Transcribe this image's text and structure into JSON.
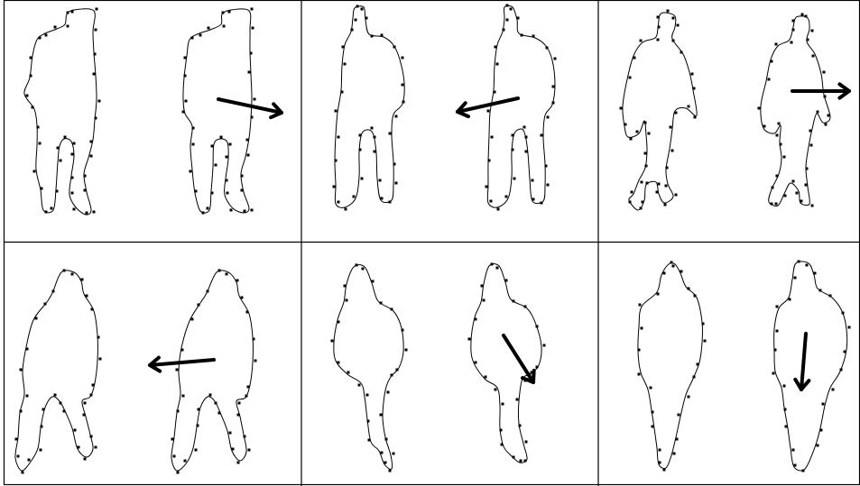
{
  "colors": {
    "background": "#ffffff",
    "line": "#000000"
  },
  "grid": {
    "rows": 2,
    "cols": 3
  },
  "panels": [
    {
      "id": "r1c1",
      "label": "",
      "figures": [
        "silhouette",
        "silhouette"
      ],
      "arrow_direction": "right"
    },
    {
      "id": "r1c2",
      "label": "",
      "figures": [
        "silhouette",
        "silhouette"
      ],
      "arrow_direction": "left"
    },
    {
      "id": "r1c3",
      "label": "",
      "figures": [
        "silhouette",
        "silhouette"
      ],
      "arrow_direction": "right"
    },
    {
      "id": "r2c1",
      "label": "",
      "figures": [
        "silhouette",
        "silhouette"
      ],
      "arrow_direction": "left"
    },
    {
      "id": "r2c2",
      "label": "",
      "figures": [
        "silhouette",
        "silhouette"
      ],
      "arrow_direction": "down-right"
    },
    {
      "id": "r2c3",
      "label": "",
      "figures": [
        "silhouette",
        "silhouette"
      ],
      "arrow_direction": "down"
    }
  ],
  "icons": {
    "arrow": "arrow-icon",
    "contour": "silhouette-contour-icon",
    "landmark": "landmark-point-icon"
  }
}
